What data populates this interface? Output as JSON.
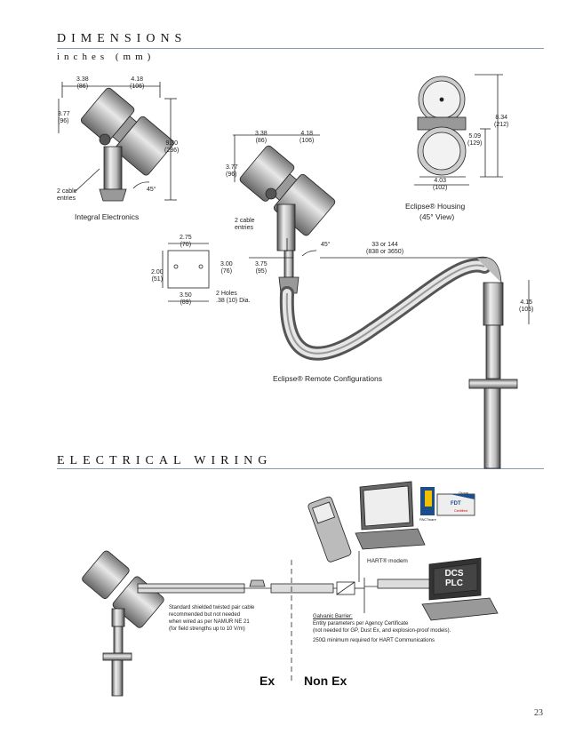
{
  "dimensions": {
    "title": "DIMENSIONS",
    "subtitle": "inches (mm)",
    "integral": {
      "caption": "Integral Electronics",
      "w1": "3.38",
      "w1mm": "(86)",
      "w2": "4.18",
      "w2mm": "(106)",
      "h1": "3.77",
      "h1mm": "(96)",
      "h2": "9.30",
      "h2mm": "(236)",
      "angle": "45°",
      "cable": "2 cable\nentries"
    },
    "housing": {
      "caption1": "Eclipse® Housing",
      "caption2": "(45° View)",
      "h1": "8.34",
      "h1mm": "(212)",
      "h2": "5.09",
      "h2mm": "(129)",
      "w": "4.03",
      "wmm": "(102)"
    },
    "remote": {
      "caption": "Eclipse® Remote Configurations",
      "w1": "3.38",
      "w1mm": "(86)",
      "w2": "4.18",
      "w2mm": "(106)",
      "h1": "3.77",
      "h1mm": "(96)",
      "cable": "2 cable\nentries",
      "angle": "45°",
      "len": "33 or 144",
      "lenmm": "(838 or 3650)",
      "drop": "4.15",
      "dropmm": "(105)",
      "d300": "3.00",
      "d300mm": "(76)",
      "d375": "3.75",
      "d375mm": "(95)"
    },
    "bracket": {
      "w": "2.75",
      "wmm": "(70)",
      "h": "2.00",
      "hmm": "(51)",
      "bw": "3.50",
      "bwmm": "(89)",
      "holes": "2 Holes",
      "holesdia": ".38 (10) Dia."
    }
  },
  "wiring": {
    "title": "ELECTRICAL WIRING",
    "hart": "HART® modem",
    "dcs": "DCS",
    "plc": "PLC",
    "cable_note": [
      "Standard shielded twisted pair cable",
      "recommended but not needed",
      "when wired as per NAMUR NE 21",
      "(for field strengths up to 10 V/m)"
    ],
    "barrier_title": "Galvanic Barrier:",
    "barrier_lines": [
      "Entity parameters per Agency Certificate",
      "(not needed for GP, Dust Ex, and explosion-proof models)."
    ],
    "ohm_note": "250Ω minimum required for HART Communications",
    "ex": "Ex",
    "nonex": "Non Ex",
    "logo1": "PACTware",
    "logo2": "FDT",
    "logo3": "Group",
    "logo4": "Certified"
  },
  "page_number": "23"
}
